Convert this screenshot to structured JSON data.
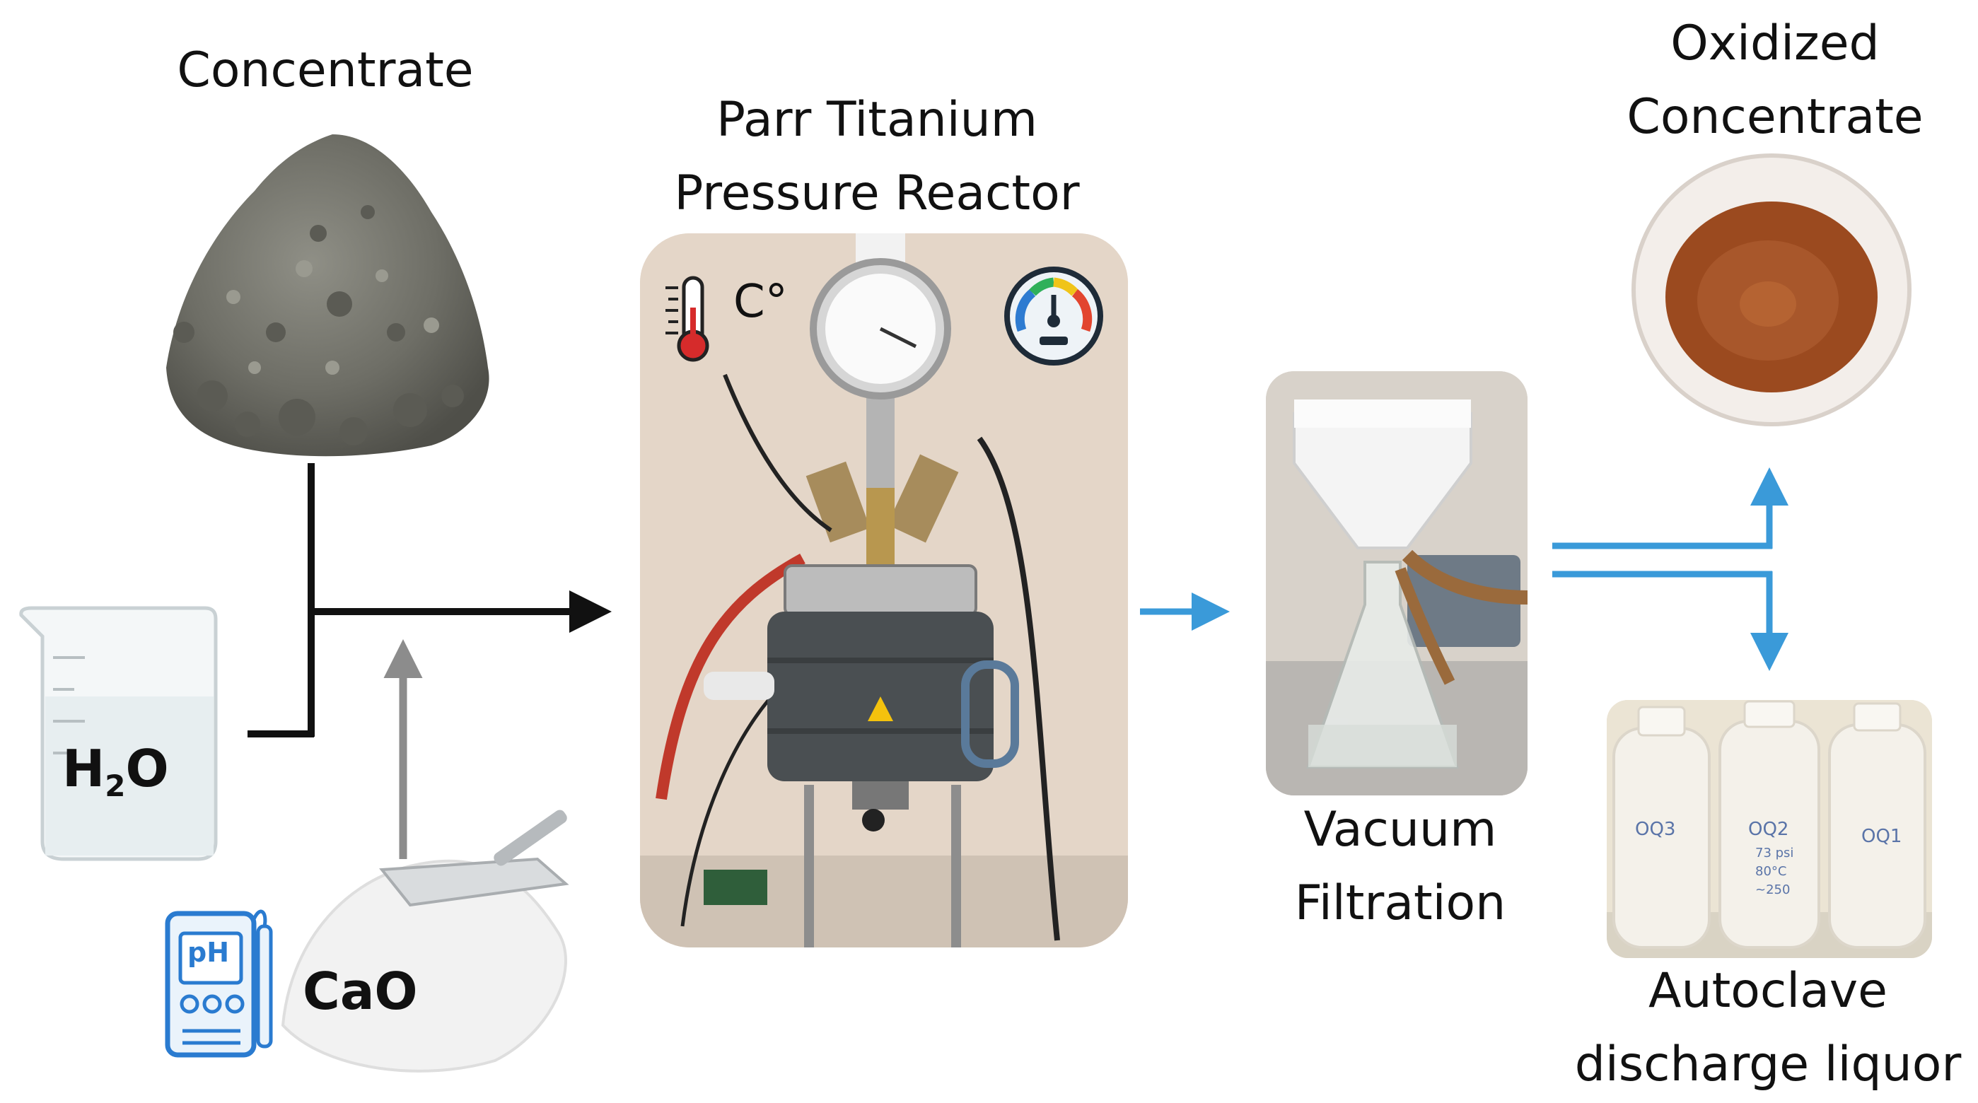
{
  "labels": {
    "concentrate": "Concentrate",
    "reactor_line1": "Parr Titanium",
    "reactor_line2": "Pressure Reactor",
    "filtration_line1": "Vacuum",
    "filtration_line2": "Filtration",
    "oxidized_line1": "Oxidized",
    "oxidized_line2": "Concentrate",
    "discharge_line1": "Autoclave",
    "discharge_line2": "discharge liquor"
  },
  "reagents": {
    "water_h": "H",
    "water_sub": "2",
    "water_o": "O",
    "cao": "CaO",
    "ph_label": "pH"
  },
  "reactor_icons": {
    "temperature_unit": "C°"
  },
  "bottles": {
    "left": "OQ3",
    "middle": "OQ2",
    "right": "OQ1",
    "middle_note1": "73 psi",
    "middle_note2": "80°C",
    "middle_note3": "~250"
  },
  "colors": {
    "black_arrow": "#111111",
    "grey_arrow": "#8c8c8c",
    "blue_arrow": "#3a9ad9"
  }
}
